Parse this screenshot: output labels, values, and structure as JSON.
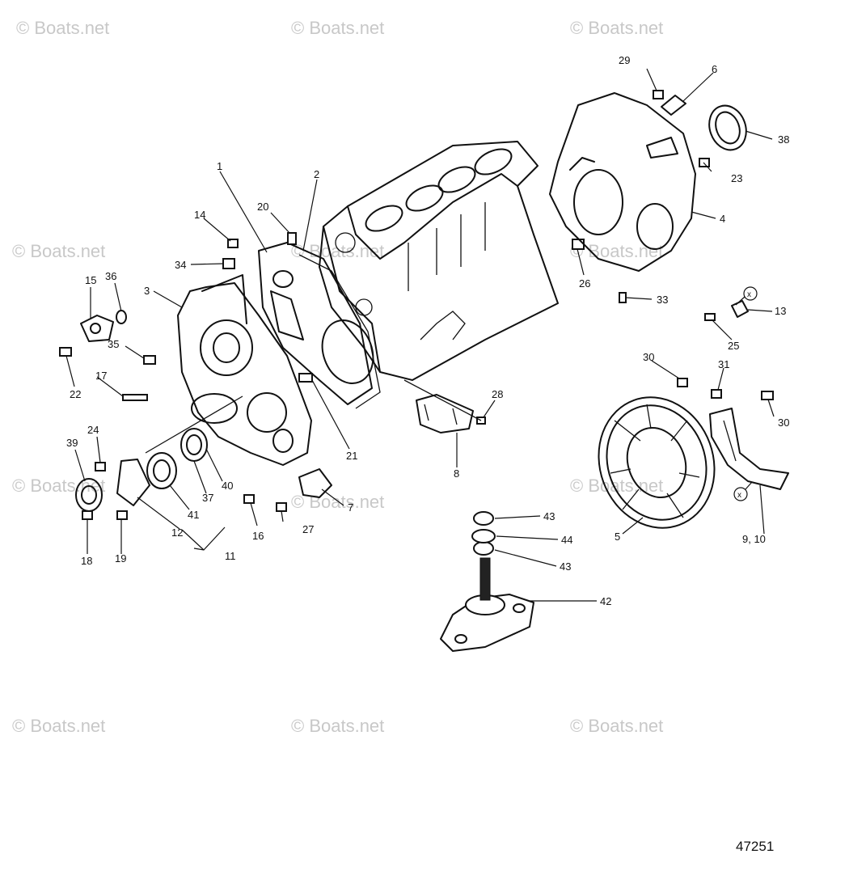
{
  "diagram_number": "47251",
  "watermark_text": "© Boats.net",
  "callouts": [
    {
      "id": "c1",
      "label": "1"
    },
    {
      "id": "c2",
      "label": "2"
    },
    {
      "id": "c3",
      "label": "3"
    },
    {
      "id": "c4",
      "label": "4"
    },
    {
      "id": "c5",
      "label": "5"
    },
    {
      "id": "c6",
      "label": "6"
    },
    {
      "id": "c7",
      "label": "7"
    },
    {
      "id": "c8",
      "label": "8"
    },
    {
      "id": "c910",
      "label": "9, 10"
    },
    {
      "id": "c11",
      "label": "11"
    },
    {
      "id": "c12",
      "label": "12"
    },
    {
      "id": "c13",
      "label": "13"
    },
    {
      "id": "c14",
      "label": "14"
    },
    {
      "id": "c15",
      "label": "15"
    },
    {
      "id": "c16",
      "label": "16"
    },
    {
      "id": "c17",
      "label": "17"
    },
    {
      "id": "c18",
      "label": "18"
    },
    {
      "id": "c19",
      "label": "19"
    },
    {
      "id": "c20",
      "label": "20"
    },
    {
      "id": "c21",
      "label": "21"
    },
    {
      "id": "c22",
      "label": "22"
    },
    {
      "id": "c23",
      "label": "23"
    },
    {
      "id": "c24",
      "label": "24"
    },
    {
      "id": "c25",
      "label": "25"
    },
    {
      "id": "c26",
      "label": "26"
    },
    {
      "id": "c27",
      "label": "27"
    },
    {
      "id": "c28",
      "label": "28"
    },
    {
      "id": "c29",
      "label": "29"
    },
    {
      "id": "c30a",
      "label": "30"
    },
    {
      "id": "c30b",
      "label": "30"
    },
    {
      "id": "c31",
      "label": "31"
    },
    {
      "id": "c33",
      "label": "33"
    },
    {
      "id": "c34",
      "label": "34"
    },
    {
      "id": "c35",
      "label": "35"
    },
    {
      "id": "c36",
      "label": "36"
    },
    {
      "id": "c37",
      "label": "37"
    },
    {
      "id": "c38",
      "label": "38"
    },
    {
      "id": "c39",
      "label": "39"
    },
    {
      "id": "c40",
      "label": "40"
    },
    {
      "id": "c41",
      "label": "41"
    },
    {
      "id": "c42",
      "label": "42"
    },
    {
      "id": "c43a",
      "label": "43"
    },
    {
      "id": "c43b",
      "label": "43"
    },
    {
      "id": "c44",
      "label": "44"
    }
  ],
  "reference_markers": [
    {
      "id": "x1",
      "label": "x"
    },
    {
      "id": "x2",
      "label": "x"
    }
  ]
}
